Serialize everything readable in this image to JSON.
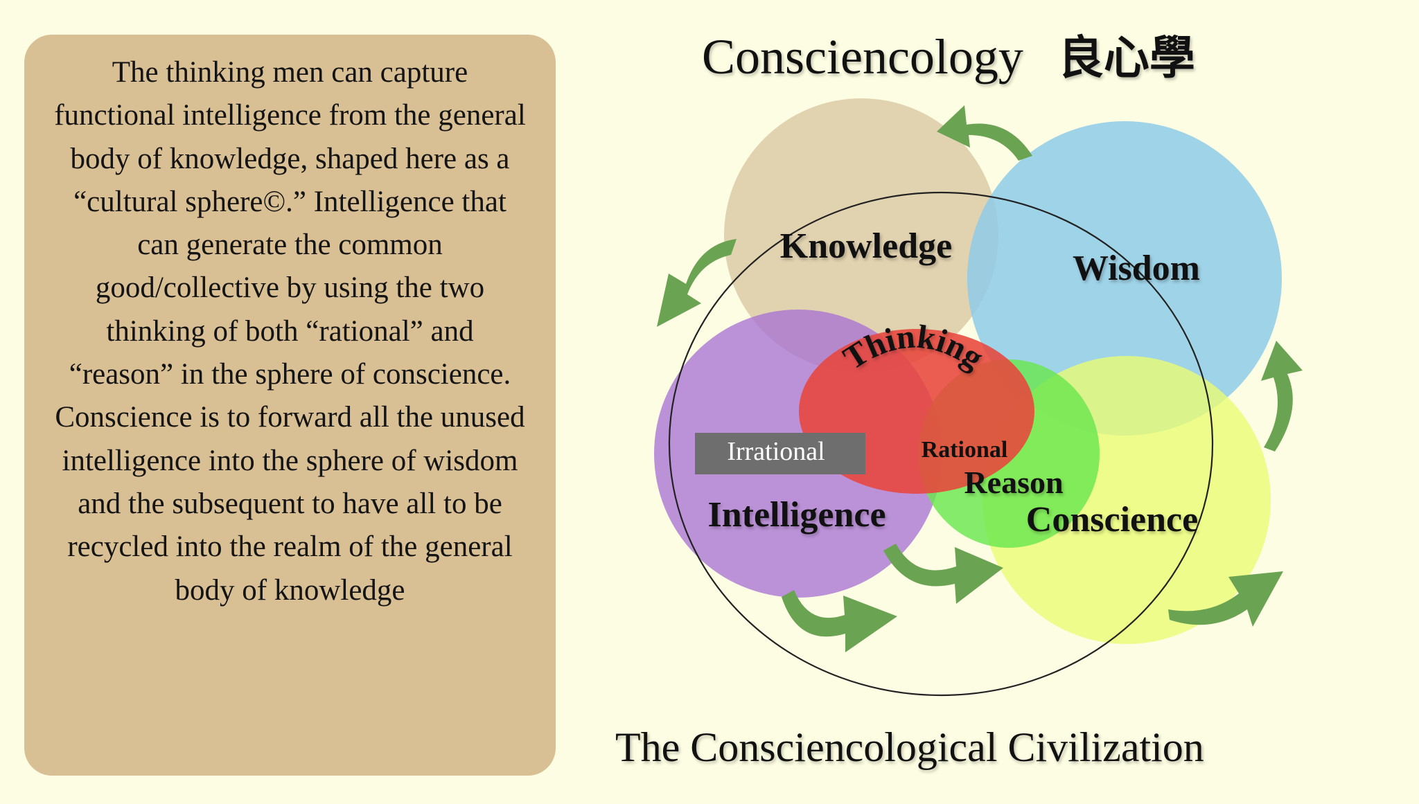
{
  "description_text": "The thinking men can capture functional intelligence from the general body of knowledge, shaped here as a “cultural sphere©.” Intelligence that can generate the common good/collective by using the two thinking of both “rational” and “reason” in the sphere of conscience. Conscience is to forward all the unused intelligence into the sphere of wisdom and the subsequent to have all to be recycled into the realm of the general body of knowledge",
  "title": "Consciencology",
  "title_cjk": "良心學",
  "footer": "The Consciencological Civilization",
  "labels": {
    "knowledge": "Knowledge",
    "wisdom": "Wisdom",
    "thinking": "Thinking",
    "irrational": "Irrational",
    "rational": "Rational",
    "reason": "Reason",
    "intelligence": "Intelligence",
    "conscience": "Conscience"
  },
  "colors": {
    "background": "#fdfde3",
    "text_box": "#d9bf94",
    "knowledge": "#d9c7a3",
    "wisdom": "#8ecbe8",
    "intelligence": "#a873d3",
    "thinking": "#e8453c",
    "reason": "#6ae64f",
    "conscience": "#e8fb73",
    "arrows": "#6aa352",
    "irrational_box": "#6e6e6e"
  }
}
